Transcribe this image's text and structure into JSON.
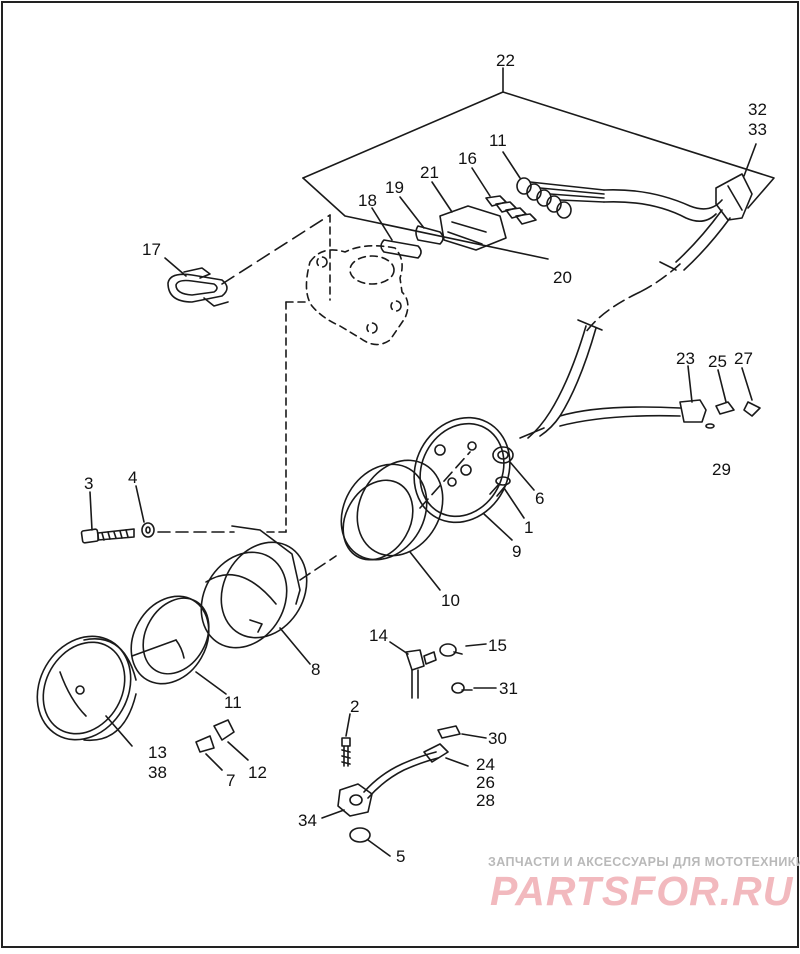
{
  "callouts": {
    "c1": "1",
    "c2": "2",
    "c3": "3",
    "c4": "4",
    "c5": "5",
    "c6": "6",
    "c7": "7",
    "c8": "8",
    "c9": "9",
    "c10": "10",
    "c11a": "11",
    "c11b": "11",
    "c12": "12",
    "c13": "13",
    "c38": "38",
    "c14": "14",
    "c15": "15",
    "c16": "16",
    "c17": "17",
    "c18": "18",
    "c19": "19",
    "c20": "20",
    "c21": "21",
    "c22": "22",
    "c23": "23",
    "c24": "24",
    "c26": "26",
    "c28": "28",
    "c25": "25",
    "c27": "27",
    "c29": "29",
    "c30": "30",
    "c31": "31",
    "c32": "32",
    "c33": "33",
    "c34": "34"
  },
  "watermark": {
    "caption": "ЗАПЧАСТИ И АКСЕССУАРЫ ДЛЯ МОТОТЕХНИКИ",
    "logo": "PARTSFOR.RU",
    "color": "#e8717b"
  }
}
